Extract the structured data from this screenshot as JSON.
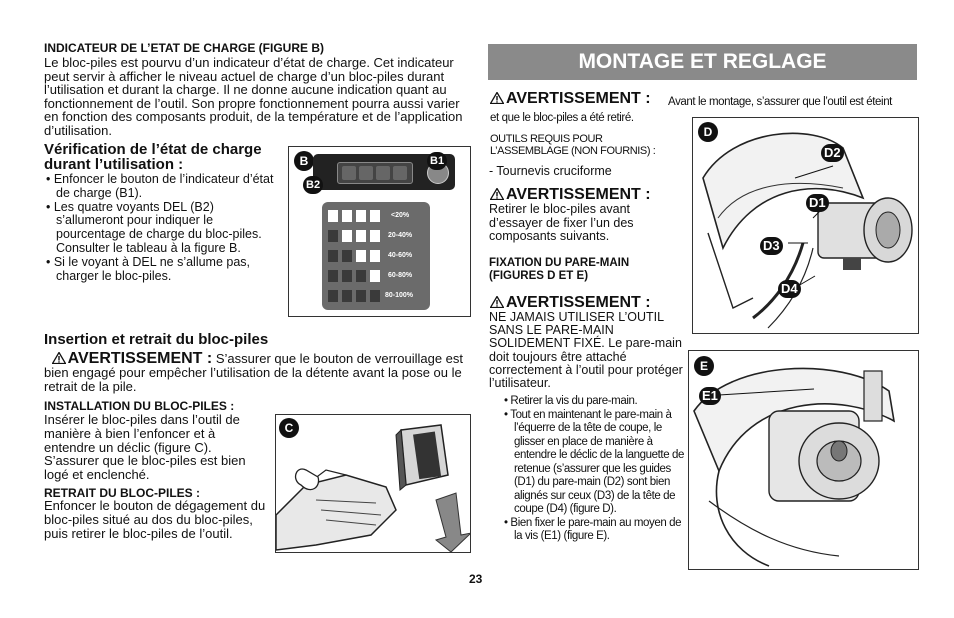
{
  "left": {
    "section1": {
      "heading": "INDICATEUR DE L’ETAT DE CHARGE (FIGURE B)",
      "paragraph": "Le bloc-piles est pourvu d’un indicateur d’état de charge. Cet indicateur peut servir à afficher le niveau actuel de charge d’un bloc-piles durant l’utilisation et durant la charge. Il ne donne aucune indication quant au fonctionnement de l’outil. Son propre fonctionnement pourra aussi varier en fonction des composants produit, de la température et de l’application d’utilisation."
    },
    "section2": {
      "heading": "Vérification de l’état de charge durant l’utilisation :",
      "bullet1": "• Enfoncer le bouton de l’indicateur d’état de charge (B1).",
      "bullet2": "• Les quatre voyants DEL (B2) s’allumeront pour indiquer le pourcentage de charge du bloc-piles. Consulter le tableau à la figure B.",
      "bullet3": "• Si le voyant à DEL ne s’allume pas, charger le bloc-piles."
    },
    "figureB": {
      "badge": "B",
      "label_b1": "B1",
      "label_b2": "B2",
      "rows": [
        "<20%",
        "20-40%",
        "40-60%",
        "60-80%",
        "80-100%"
      ]
    },
    "section3": {
      "heading": "Insertion et retrait du bloc-piles",
      "warning_title": "AVERTISSEMENT :",
      "warning_text": "S’assurer que le bouton de verrouillage est bien engagé pour empêcher l’utilisation de la détente avant la pose ou le retrait de la pile.",
      "install_heading": "INSTALLATION DU BLOC-PILES :",
      "install_text": "Insérer le bloc-piles dans l’outil de manière à bien l’enfoncer et à entendre un déclic (figure C). S’assurer que le bloc-piles est bien logé et enclenché.",
      "remove_heading": "RETRAIT DU BLOC-PILES :",
      "remove_text": "Enfoncer le bouton de dégagement du bloc-piles situé au dos du bloc-piles, puis retirer le bloc-piles de l’outil."
    },
    "figureC": {
      "badge": "C"
    }
  },
  "right": {
    "banner": "MONTAGE ET REGLAGE",
    "warning1": {
      "title": "AVERTISSEMENT :",
      "text": "Avant le montage, s’assurer que l’outil est éteint et que le bloc-piles a été retiré."
    },
    "tools": {
      "heading": "OUTILS REQUIS POUR L’ASSEMBLAGE (NON FOURNIS) :",
      "item": "- Tournevis cruciforme"
    },
    "warning2": {
      "title": "AVERTISSEMENT :",
      "text": "Retirer le bloc-piles avant d’essayer de fixer l’un des composants suivants."
    },
    "fixation": {
      "heading": "FIXATION DU PARE-MAIN (FIGURES D ET E)"
    },
    "warning3": {
      "title": "AVERTISSEMENT :",
      "upper": "NE JAMAIS UTILISER L’OUTIL SANS LE PARE-MAIN SOLIDEMENT FIXÉ. Le pare-main doit toujours être attaché correctement à l’outil pour protéger l’utilisateur."
    },
    "steps": [
      "• Retirer la vis du pare-main.",
      "• Tout en maintenant le pare-main à l’équerre de la tête de coupe, le glisser en place de manière à entendre le déclic de la languette de retenue (s’assurer que les guides (D1) du pare-main (D2) sont bien alignés sur ceux (D3) de la tête de coupe (D4) (figure D).",
      "• Bien fixer le pare-main au moyen de la vis (E1) (figure E)."
    ],
    "figureD": {
      "badge": "D",
      "labels": [
        "D2",
        "D1",
        "D3",
        "D4"
      ]
    },
    "figureE": {
      "badge": "E",
      "labels": [
        "E1"
      ]
    }
  },
  "page_number": "23"
}
